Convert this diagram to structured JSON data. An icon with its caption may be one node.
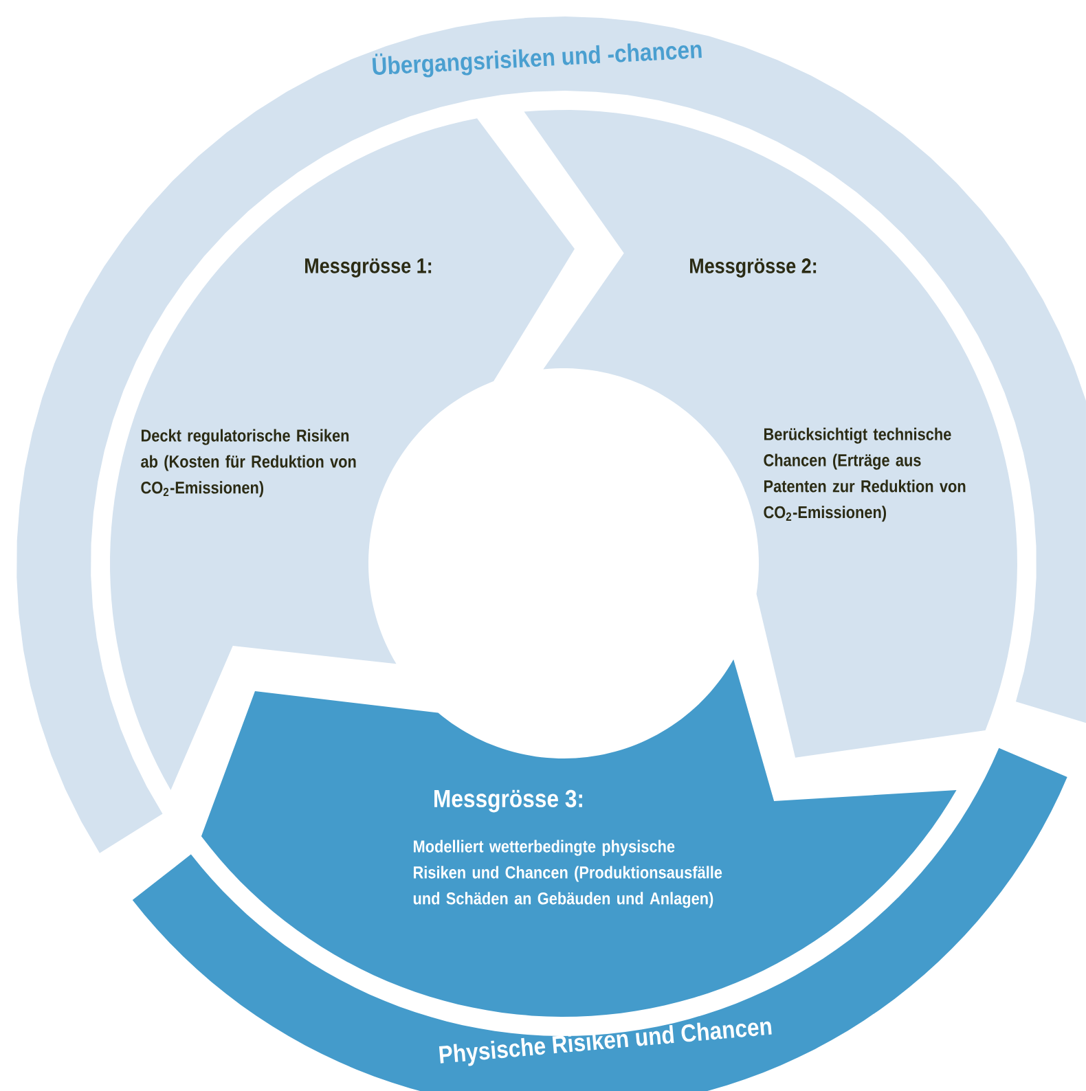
{
  "diagram": {
    "nodes": [
      {
        "text": [
          "Übergangsrisiken und -chancen"
        ]
      },
      {
        "text": [
          "Messgrösse 1:",
          "Deckt regulatorische Risiken ab (Kosten für Reduktion von CO$_{2}$-Emissionen)"
        ]
      },
      {
        "text": [
          "Messgrösse 2:",
          "Berücksichtigt technische Chancen (Erträge aus Patenten zur Reduktion von CO$_{2}$-Emissionen)"
        ]
      },
      {
        "text": [
          "Messgrösse 3:",
          "Modelliert wetterbedingte physische Risiken und Chancen (Produktionsausfälle und Schäden an Gebäuden und Anlagen)"
        ]
      },
      {
        "text": [
          "Physische Risiken und Chancen"
        ]
      }
    ]
  }
}
